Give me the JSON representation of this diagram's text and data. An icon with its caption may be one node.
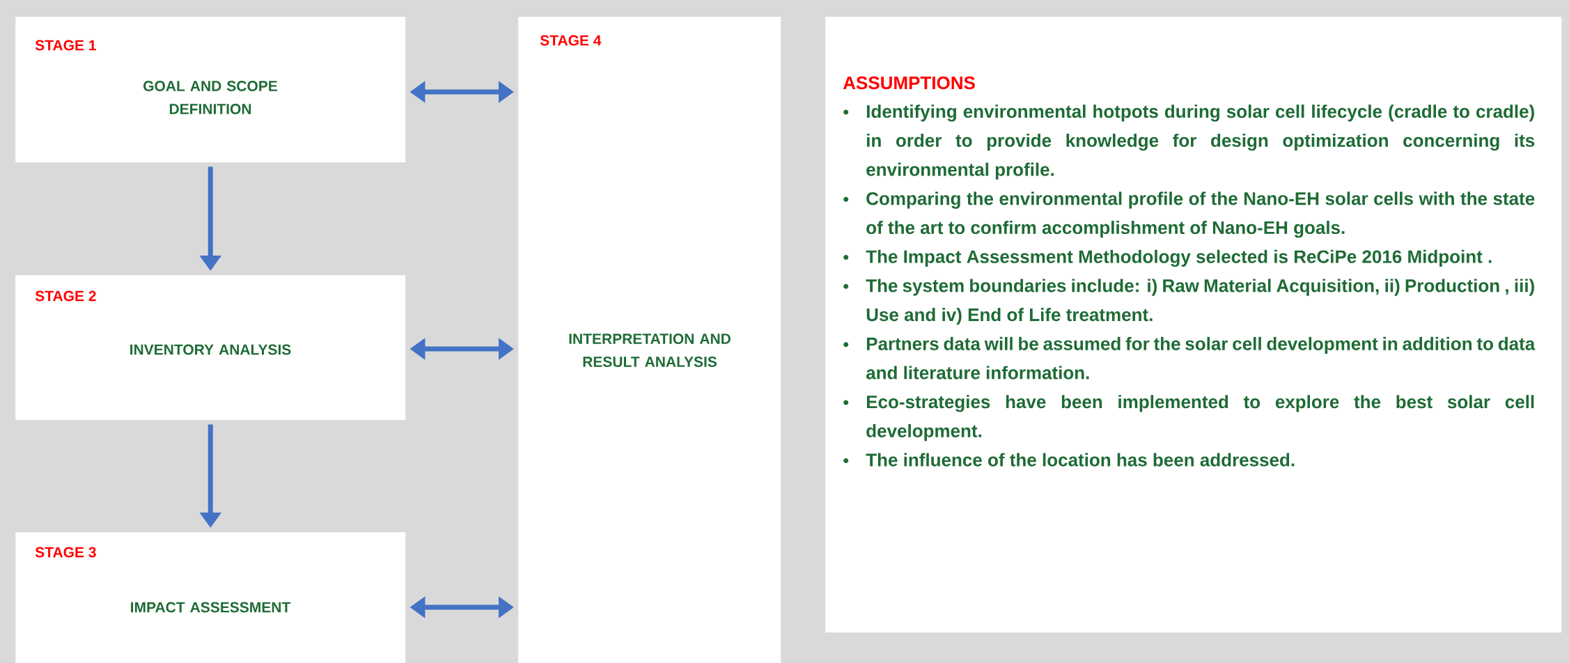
{
  "diagram": {
    "nodes": [
      {
        "text": [
          "STAGE 1",
          "GOAL AND SCOPE DEFINITION"
        ]
      },
      {
        "text": [
          "STAGE 2",
          "INVENTORY ANALYSIS"
        ]
      },
      {
        "text": [
          "STAGE 3",
          "IMPACT ASSESSMENT"
        ]
      },
      {
        "text": [
          "STAGE 4",
          "INTERPRETATION AND RESULT ANALYSIS"
        ]
      },
      {
        "text": [
          "ASSUMPTIONS",
          "Identifying environmental hotpots during solar cell lifecycle (cradle to cradle) in order to provide knowledge for design optimization concerning its environmental profile.",
          "Comparing the environmental profile of the Nano-EH solar cells with the state of the art to confirm accomplishment of Nano-EH goals.",
          "The Impact Assessment Methodology selected is ReCiPe 2016 Midpoint .",
          "The system boundaries include: i) Raw Material Acquisition, ii) Production , iii) Use and iv) End of Life treatment.",
          "Partners data will be assumed for the solar cell development in addition to data and literature information.",
          "Eco-strategies have been implemented to explore the best solar cell development.",
          "The influence of the location has been addressed."
        ]
      }
    ],
    "edges": [
      {
        "from": 0,
        "to": 1,
        "arrow": "to"
      },
      {
        "from": 1,
        "to": 2,
        "arrow": "to"
      },
      {
        "from": 0,
        "to": 3,
        "arrow": "both"
      },
      {
        "from": 1,
        "to": 3,
        "arrow": "both"
      },
      {
        "from": 2,
        "to": 3,
        "arrow": "both"
      }
    ]
  }
}
